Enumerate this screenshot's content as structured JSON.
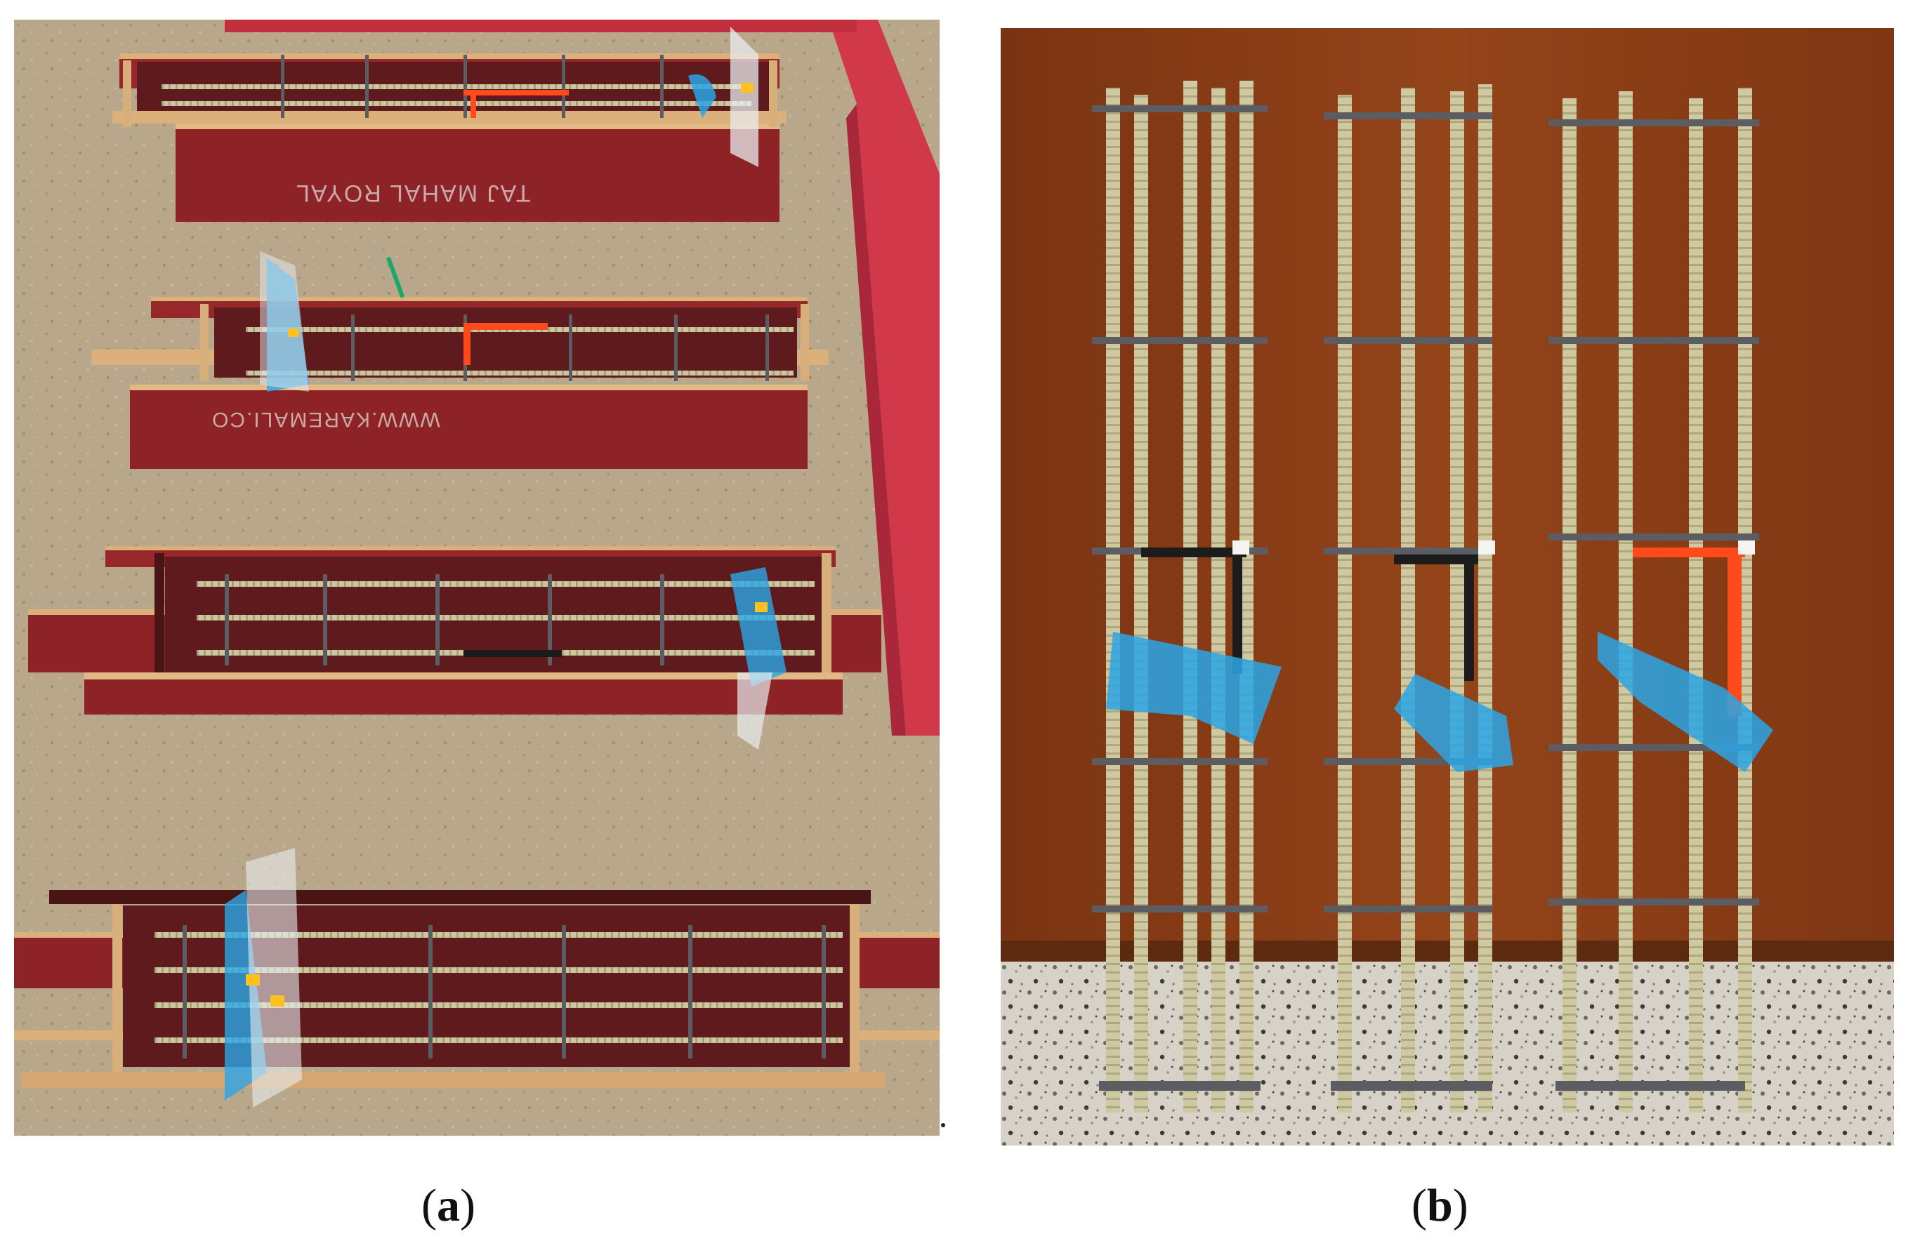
{
  "captions": {
    "a": {
      "open": "(",
      "letter": "a",
      "close": ")"
    },
    "b": {
      "open": "(",
      "letter": "b",
      "close": ")"
    }
  },
  "panel_a": {
    "form_text_1": "TAJ MAHAL ROYAL",
    "form_text_2": "WWW.KAREMALI.CO"
  },
  "colors": {
    "formwork_red": "#8e2327",
    "plywood_edge": "#d8ae7a",
    "gfrp_bar": "#c9c49a",
    "steel_stirrup": "#5b5d62",
    "wood_wall": "#8a3a14",
    "sensor_blue": "#2aa6e6",
    "tape_orange": "#ff4a1c",
    "floor": "#b9a98e"
  }
}
